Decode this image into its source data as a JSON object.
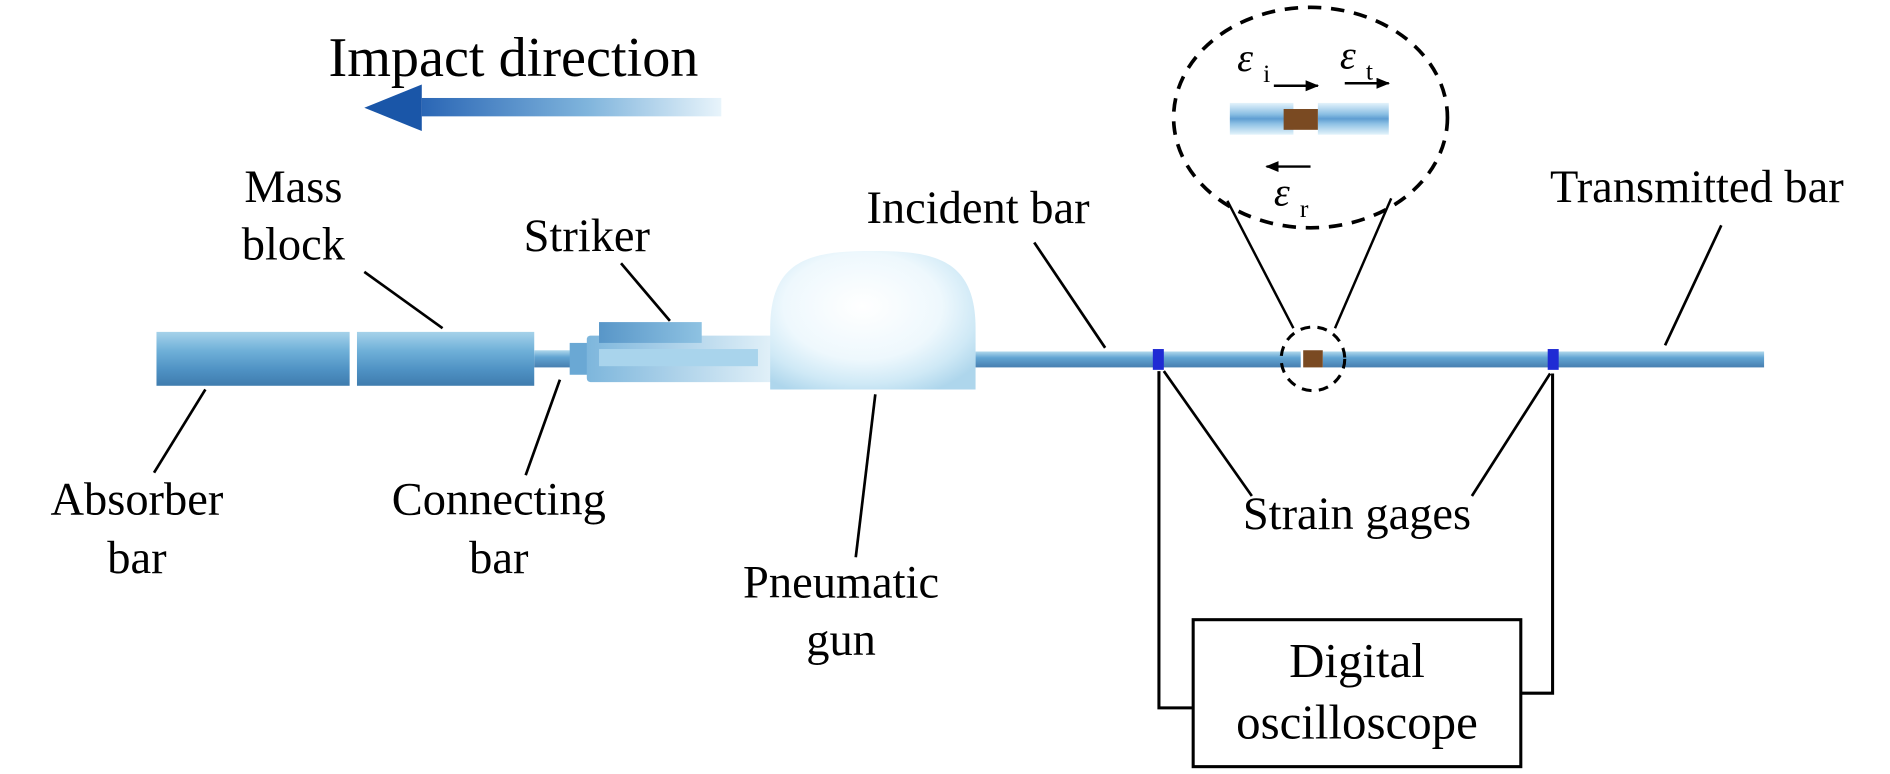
{
  "diagram": {
    "impact_direction": "Impact direction",
    "labels": {
      "mass_block": {
        "line1": "Mass",
        "line2": "block"
      },
      "striker": "Striker",
      "incident_bar": "Incident bar",
      "transmitted_bar": "Transmitted bar",
      "absorber_bar": {
        "line1": "Absorber",
        "line2": "bar"
      },
      "connecting_bar": {
        "line1": "Connecting",
        "line2": "bar"
      },
      "pneumatic_gun": {
        "line1": "Pneumatic",
        "line2": "gun"
      },
      "strain_gages": "Strain gages"
    },
    "inset": {
      "epsilon": "ε",
      "sub_incident": "i",
      "sub_transmitted": "t",
      "sub_reflected": "r"
    },
    "oscilloscope": {
      "line1": "Digital",
      "line2": "oscilloscope"
    },
    "colors": {
      "bar_blue_top": "#a6d2ea",
      "bar_blue": "#5f9ed2",
      "bar_blue_dark": "#3f7cae",
      "arrow_head_blue": "#1a56a8",
      "strain_gage_blue": "#1f2bd4",
      "specimen_brown": "#7a4a22",
      "dome_edge_blue": "#aed6ec",
      "outline": "#000000"
    }
  }
}
